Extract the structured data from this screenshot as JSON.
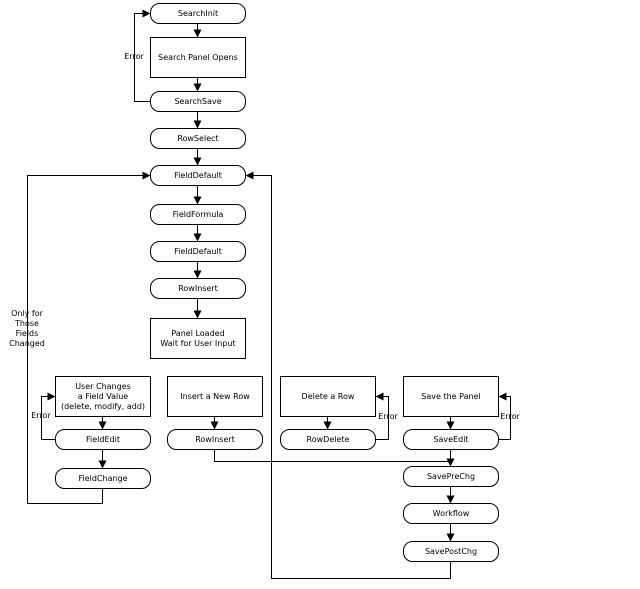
{
  "nodes": [
    {
      "id": "search-init",
      "type": "event",
      "lines": [
        "SearchInit"
      ]
    },
    {
      "id": "search-panel-opens",
      "type": "step",
      "lines": [
        "Search Panel Opens"
      ]
    },
    {
      "id": "search-save",
      "type": "event",
      "lines": [
        "SearchSave"
      ]
    },
    {
      "id": "row-select",
      "type": "event",
      "lines": [
        "RowSelect"
      ]
    },
    {
      "id": "field-default-1",
      "type": "event",
      "lines": [
        "FieldDefault"
      ]
    },
    {
      "id": "field-formula",
      "type": "event",
      "lines": [
        "FieldFormula"
      ]
    },
    {
      "id": "field-default-2",
      "type": "event",
      "lines": [
        "FieldDefault"
      ]
    },
    {
      "id": "row-insert-1",
      "type": "event",
      "lines": [
        "RowInsert"
      ]
    },
    {
      "id": "panel-loaded",
      "type": "step",
      "lines": [
        "Panel Loaded",
        "Wait for User Input"
      ]
    },
    {
      "id": "user-changes-field",
      "type": "step",
      "lines": [
        "User Changes",
        "a Field Value",
        "(delete, modify, add)"
      ]
    },
    {
      "id": "field-edit",
      "type": "event",
      "lines": [
        "FieldEdit"
      ]
    },
    {
      "id": "field-change",
      "type": "event",
      "lines": [
        "FieldChange"
      ]
    },
    {
      "id": "insert-new-row",
      "type": "step",
      "lines": [
        "Insert a New Row"
      ]
    },
    {
      "id": "row-insert-2",
      "type": "event",
      "lines": [
        "RowInsert"
      ]
    },
    {
      "id": "delete-row",
      "type": "step",
      "lines": [
        "Delete a Row"
      ]
    },
    {
      "id": "row-delete",
      "type": "event",
      "lines": [
        "RowDelete"
      ]
    },
    {
      "id": "save-panel",
      "type": "step",
      "lines": [
        "Save the Panel"
      ]
    },
    {
      "id": "save-edit",
      "type": "event",
      "lines": [
        "SaveEdit"
      ]
    },
    {
      "id": "save-pre-chg",
      "type": "event",
      "lines": [
        "SavePreChg"
      ]
    },
    {
      "id": "workflow",
      "type": "event",
      "lines": [
        "Workflow"
      ]
    },
    {
      "id": "save-post-chg",
      "type": "event",
      "lines": [
        "SavePostChg"
      ]
    }
  ],
  "labels": [
    {
      "id": "error-search",
      "lines": [
        "Error"
      ]
    },
    {
      "id": "only-changed-fields",
      "lines": [
        "Only for",
        "Those",
        "Fields",
        "Changed"
      ]
    },
    {
      "id": "error-field-edit",
      "lines": [
        "Error"
      ]
    },
    {
      "id": "error-row-delete",
      "lines": [
        "Error"
      ]
    },
    {
      "id": "error-save-edit",
      "lines": [
        "Error"
      ]
    }
  ]
}
